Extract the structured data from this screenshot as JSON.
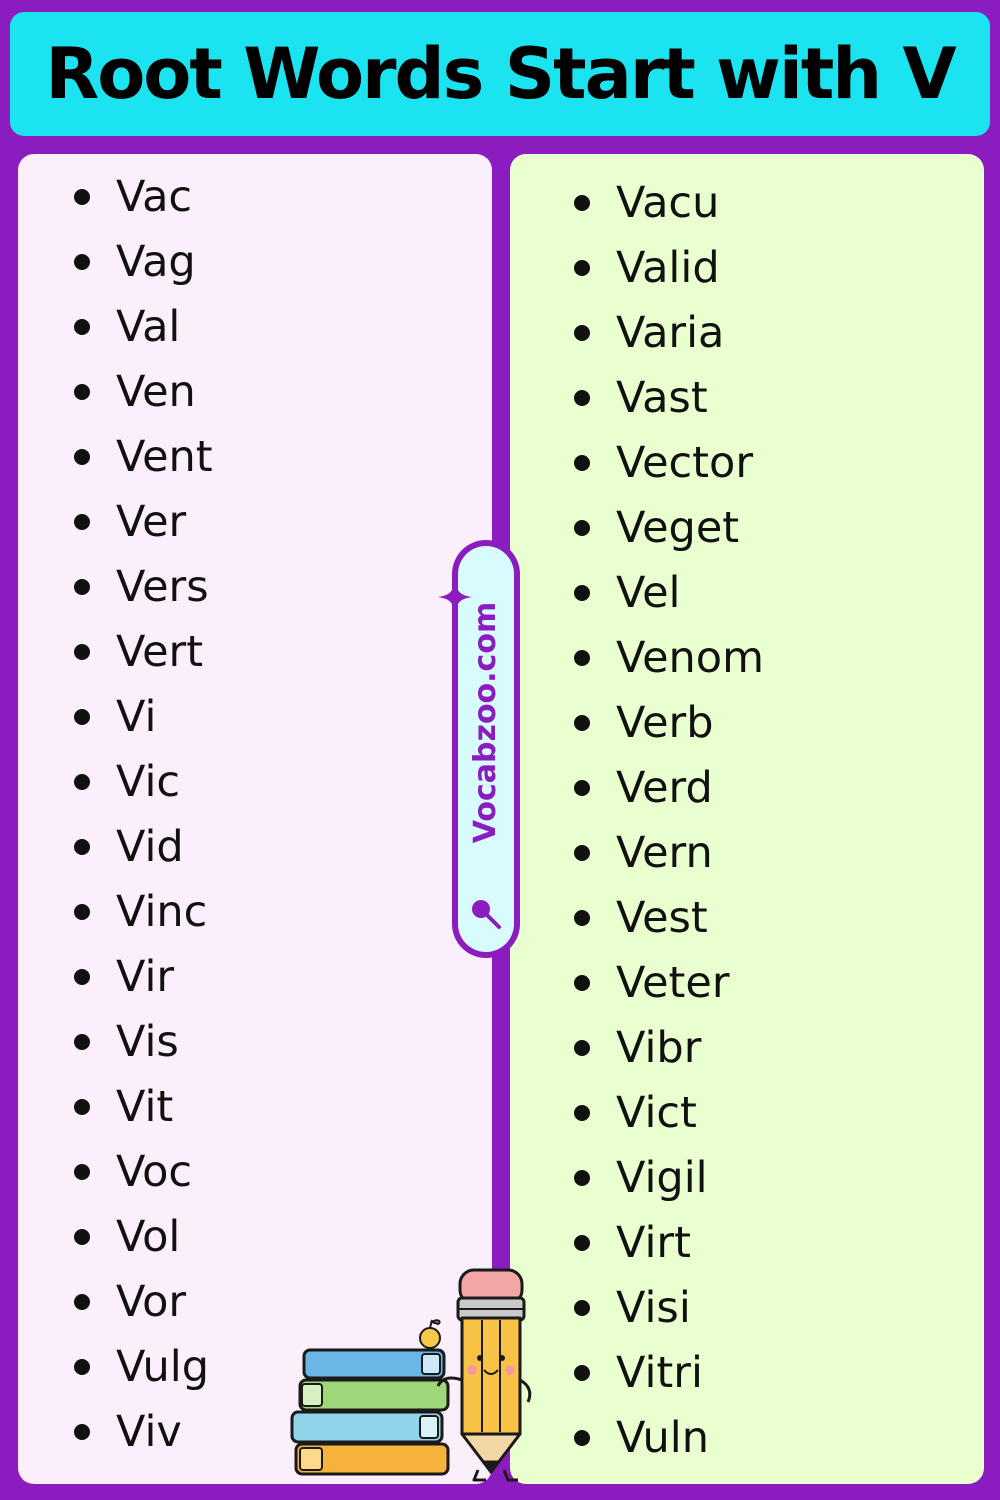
{
  "title": "Root Words Start with V",
  "badge": {
    "brand_text": "Vocabzoo.com",
    "sparkle_icon": "sparkle-icon",
    "magnifier_icon": "magnifier-icon"
  },
  "colors": {
    "background": "#8b1cc0",
    "banner": "#1ce3f0",
    "left_panel": "#fbeffc",
    "right_panel": "#eaffcf"
  },
  "left_column": [
    "Vac",
    "Vag",
    "Val",
    "Ven",
    "Vent",
    "Ver",
    "Vers",
    "Vert",
    "Vi",
    "Vic",
    "Vid",
    "Vinc",
    "Vir",
    "Vis",
    "Vit",
    "Voc",
    "Vol",
    "Vor",
    "Vulg",
    "Viv"
  ],
  "right_column": [
    "Vacu",
    "Valid",
    "Varia",
    "Vast",
    "Vector",
    "Veget",
    "Vel",
    "Venom",
    "Verb",
    "Verd",
    "Vern",
    "Vest",
    "Veter",
    "Vibr",
    "Vict",
    "Vigil",
    "Virt",
    "Visi",
    "Vitri",
    "Vuln"
  ],
  "illustration": {
    "name": "books-and-pencil-mascot"
  }
}
